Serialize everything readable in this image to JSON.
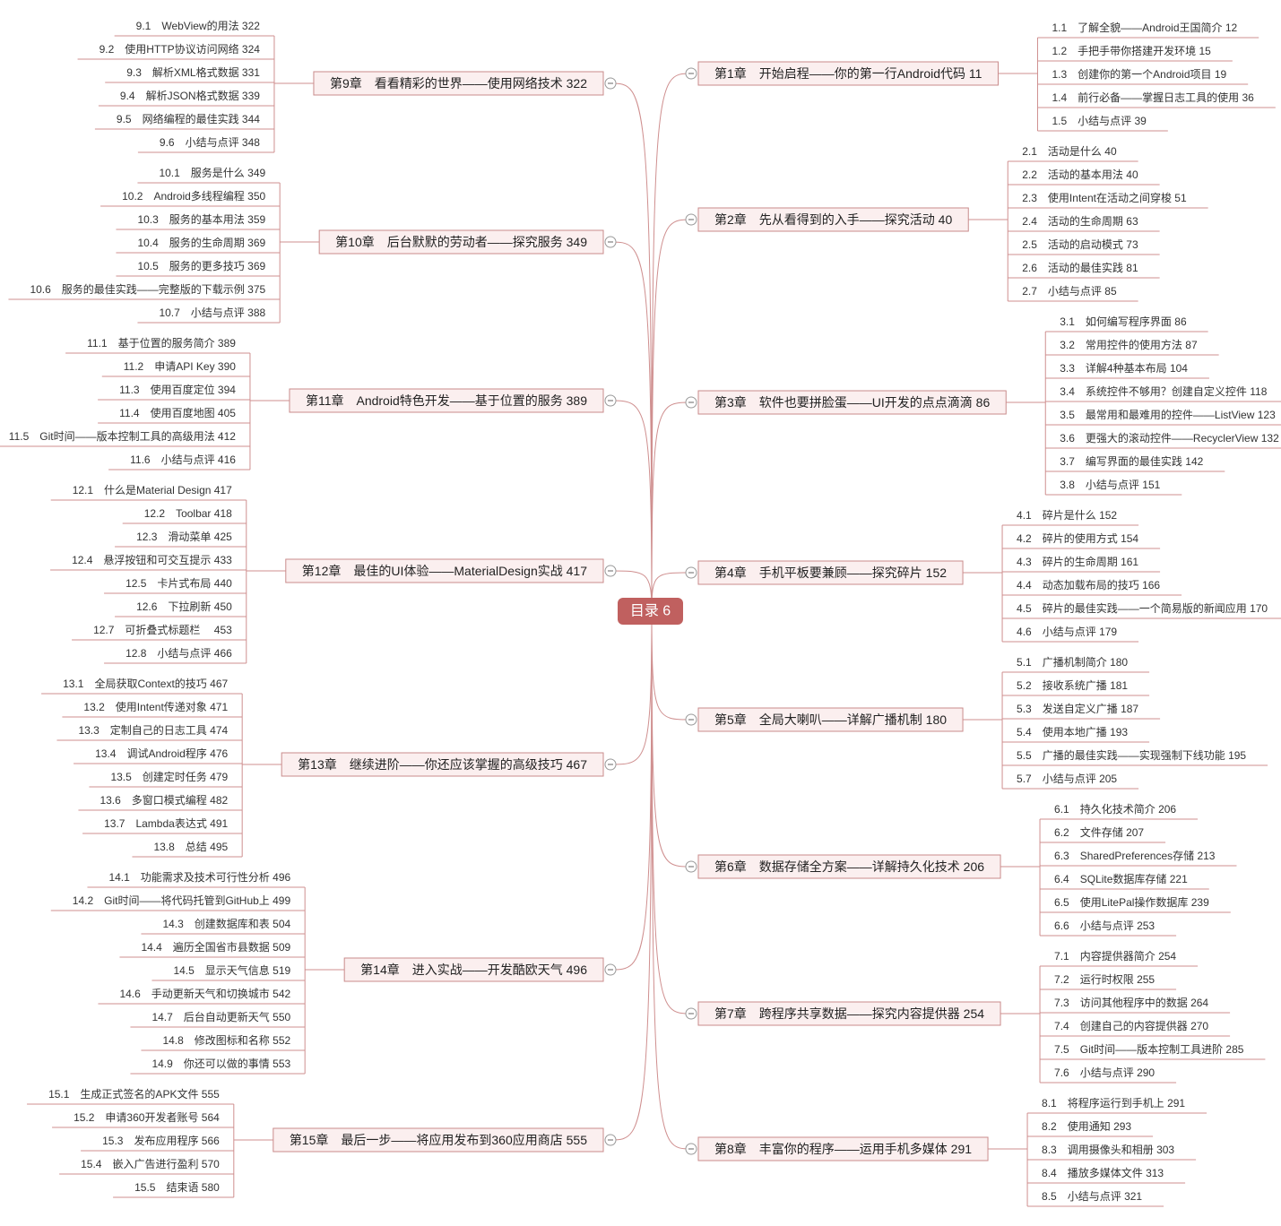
{
  "root": {
    "label": "目录 6"
  },
  "chapters": [
    {
      "side": "right",
      "label": "第1章　开始启程——你的第一行Android代码 11",
      "items": [
        "1.1　了解全貌——Android王国简介 12",
        "1.2　手把手带你搭建开发环境 15",
        "1.3　创建你的第一个Android项目 19",
        "1.4　前行必备——掌握日志工具的使用 36",
        "1.5　小结与点评 39"
      ]
    },
    {
      "side": "right",
      "label": "第2章　先从看得到的入手——探究活动 40",
      "items": [
        "2.1　活动是什么 40",
        "2.2　活动的基本用法 40",
        "2.3　使用Intent在活动之间穿梭 51",
        "2.4　活动的生命周期 63",
        "2.5　活动的启动模式 73",
        "2.6　活动的最佳实践 81",
        "2.7　小结与点评 85"
      ]
    },
    {
      "side": "right",
      "label": "第3章　软件也要拼脸蛋——UI开发的点点滴滴 86",
      "items": [
        "3.1　如何编写程序界面 86",
        "3.2　常用控件的使用方法 87",
        "3.3　详解4种基本布局 104",
        "3.4　系统控件不够用？创建自定义控件 118",
        "3.5　最常用和最难用的控件——ListView 123",
        "3.6　更强大的滚动控件——RecyclerView 132",
        "3.7　编写界面的最佳实践 142",
        "3.8　小结与点评 151"
      ]
    },
    {
      "side": "right",
      "label": "第4章　手机平板要兼顾——探究碎片 152",
      "items": [
        "4.1　碎片是什么 152",
        "4.2　碎片的使用方式 154",
        "4.3　碎片的生命周期 161",
        "4.4　动态加载布局的技巧 166",
        "4.5　碎片的最佳实践——一个简易版的新闻应用 170",
        "4.6　小结与点评 179"
      ]
    },
    {
      "side": "right",
      "label": "第5章　全局大喇叭——详解广播机制 180",
      "items": [
        "5.1　广播机制简介 180",
        "5.2　接收系统广播 181",
        "5.3　发送自定义广播 187",
        "5.4　使用本地广播 193",
        "5.5　广播的最佳实践——实现强制下线功能 195",
        "5.7　小结与点评 205"
      ]
    },
    {
      "side": "right",
      "label": "第6章　数据存储全方案——详解持久化技术 206",
      "items": [
        "6.1　持久化技术简介 206",
        "6.2　文件存储 207",
        "6.3　SharedPreferences存储 213",
        "6.4　SQLite数据库存储 221",
        "6.5　使用LitePal操作数据库 239",
        "6.6　小结与点评 253"
      ]
    },
    {
      "side": "right",
      "label": "第7章　跨程序共享数据——探究内容提供器 254",
      "items": [
        "7.1　内容提供器简介 254",
        "7.2　运行时权限 255",
        "7.3　访问其他程序中的数据 264",
        "7.4　创建自己的内容提供器 270",
        "7.5　Git时间——版本控制工具进阶 285",
        "7.6　小结与点评 290"
      ]
    },
    {
      "side": "right",
      "label": "第8章　丰富你的程序——运用手机多媒体 291",
      "items": [
        "8.1　将程序运行到手机上 291",
        "8.2　使用通知 293",
        "8.3　调用摄像头和相册 303",
        "8.4　播放多媒体文件 313",
        "8.5　小结与点评 321"
      ]
    },
    {
      "side": "left",
      "label": "第9章　看看精彩的世界——使用网络技术 322",
      "items": [
        "9.1　WebView的用法 322",
        "9.2　使用HTTP协议访问网络 324",
        "9.3　解析XML格式数据 331",
        "9.4　解析JSON格式数据 339",
        "9.5　网络编程的最佳实践 344",
        "9.6　小结与点评 348"
      ]
    },
    {
      "side": "left",
      "label": "第10章　后台默默的劳动者——探究服务 349",
      "items": [
        "10.1　服务是什么 349",
        "10.2　Android多线程编程 350",
        "10.3　服务的基本用法 359",
        "10.4　服务的生命周期 369",
        "10.5　服务的更多技巧 369",
        "10.6　服务的最佳实践——完整版的下载示例 375",
        "10.7　小结与点评 388"
      ]
    },
    {
      "side": "left",
      "label": "第11章　Android特色开发——基于位置的服务 389",
      "items": [
        "11.1　基于位置的服务简介 389",
        "11.2　申请API Key 390",
        "11.3　使用百度定位 394",
        "11.4　使用百度地图 405",
        "11.5　Git时间——版本控制工具的高级用法 412",
        "11.6　小结与点评 416"
      ]
    },
    {
      "side": "left",
      "label": "第12章　最佳的UI体验——MaterialDesign实战 417",
      "items": [
        "12.1　什么是Material Design 417",
        "12.2　Toolbar 418",
        "12.3　滑动菜单 425",
        "12.4　悬浮按钮和可交互提示 433",
        "12.5　卡片式布局 440",
        "12.6　下拉刷新 450",
        "12.7　可折叠式标题栏　 453",
        "12.8　小结与点评 466"
      ]
    },
    {
      "side": "left",
      "label": "第13章　继续进阶——你还应该掌握的高级技巧 467",
      "items": [
        "13.1　全局获取Context的技巧 467",
        "13.2　使用Intent传递对象 471",
        "13.3　定制自己的日志工具 474",
        "13.4　调试Android程序 476",
        "13.5　创建定时任务 479",
        "13.6　多窗口模式编程 482",
        "13.7　Lambda表达式 491",
        "13.8　总结 495"
      ]
    },
    {
      "side": "left",
      "label": "第14章　进入实战——开发酷欧天气 496",
      "items": [
        "14.1　功能需求及技术可行性分析 496",
        "14.2　Git时间——将代码托管到GitHub上 499",
        "14.3　创建数据库和表 504",
        "14.4　遍历全国省市县数据 509",
        "14.5　显示天气信息 519",
        "14.6　手动更新天气和切换城市 542",
        "14.7　后台自动更新天气 550",
        "14.8　修改图标和名称 552",
        "14.9　你还可以做的事情 553"
      ]
    },
    {
      "side": "left",
      "label": "第15章　最后一步——将应用发布到360应用商店 555",
      "items": [
        "15.1　生成正式签名的APK文件 555",
        "15.2　申请360开发者账号 564",
        "15.3　发布应用程序 566",
        "15.4　嵌入广告进行盈利 570",
        "15.5　结束语 580"
      ]
    }
  ]
}
